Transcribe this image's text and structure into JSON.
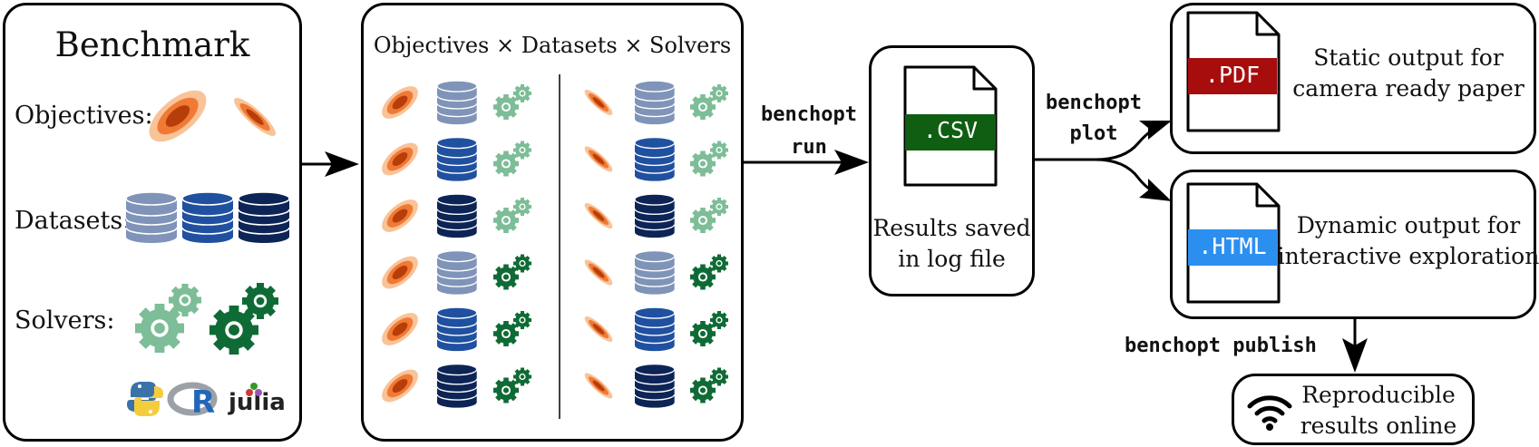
{
  "benchmark": {
    "title": "Benchmark",
    "objectives_label": "Objectives:",
    "datasets_label": "Datasets:",
    "solvers_label": "Solvers:",
    "languages": [
      {
        "name": "python",
        "icon": "python-logo-icon"
      },
      {
        "name": "R",
        "icon": "r-logo-icon"
      },
      {
        "name": "julia",
        "icon": "julia-logo-icon"
      }
    ]
  },
  "grid": {
    "title": "Objectives × Datasets × Solvers",
    "rows": 6
  },
  "run_command": {
    "line1": "benchopt",
    "line2": "run"
  },
  "results": {
    "file_label": ".CSV",
    "line1": "Results saved",
    "line2": "in log file"
  },
  "plot_command": {
    "line1": "benchopt",
    "line2": "plot"
  },
  "pdf_output": {
    "file_label": ".PDF",
    "line1": "Static output for",
    "line2": "camera ready paper"
  },
  "html_output": {
    "file_label": ".HTML",
    "line1": "Dynamic output for",
    "line2": "interactive exploration"
  },
  "publish_command": {
    "label": "benchopt publish"
  },
  "online": {
    "line1": "Reproducible",
    "line2": "results online",
    "icon": "wifi-icon"
  },
  "colors": {
    "csv": "#0f5e12",
    "pdf": "#a80d0d",
    "html": "#2b8ff0",
    "db_light": "#7f94b8",
    "db_mid": "#2050a0",
    "db_dark": "#0d2456",
    "gear_light": "#7dbd97",
    "gear_dark": "#0f6b35",
    "obj_outer": "#f9c398",
    "obj_mid": "#f07a35",
    "obj_inner": "#b73e0a"
  }
}
